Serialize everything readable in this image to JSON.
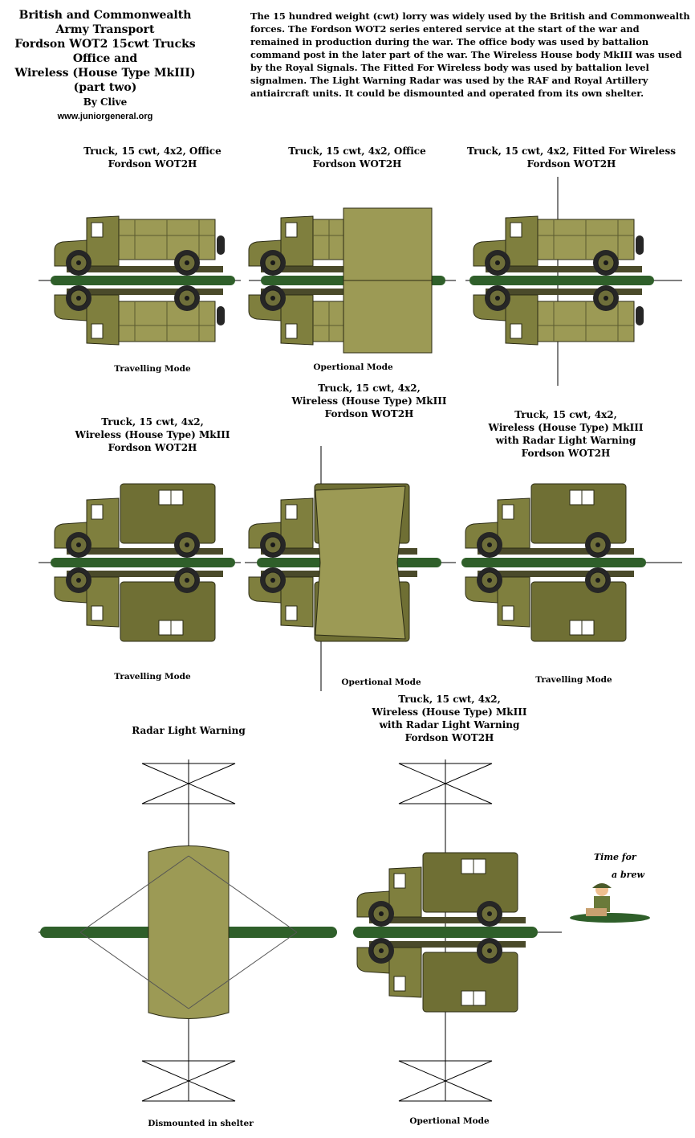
{
  "header": {
    "title_lines": [
      "British and Commonwealth",
      "Army Transport",
      "Fordson WOT2 15cwt Trucks",
      "Office and",
      "Wireless (House Type MkIII)",
      "(part two)"
    ],
    "byline": "By Clive",
    "website": "www.juniorgeneral.org"
  },
  "description": "The 15 hundred weight (cwt) lorry was widely used by the British and Commonwealth forces. The Fordson WOT2  series entered service at the start of the war and remained in production during the war. The office body was used by battalion command post in the later part of the war. The Wireless House body MkIII was used by the Royal Signals. The Fitted For Wireless body was used by battalion level signalmen. The Light Warning Radar was used by the RAF and Royal Artillery antiaircraft units. It could be dismounted and operated from its own shelter.",
  "captions": {
    "office_travel": [
      "Truck, 15 cwt, 4x2, Office",
      "Fordson WOT2H"
    ],
    "office_oper": [
      "Truck, 15 cwt, 4x2, Office",
      "Fordson WOT2H"
    ],
    "wireless_fitted": [
      "Truck, 15 cwt, 4x2, Fitted For Wireless",
      "Fordson WOT2H"
    ],
    "house_travel": [
      "Truck, 15 cwt, 4x2,",
      "Wireless (House Type) MkIII",
      "Fordson WOT2H"
    ],
    "house_oper": [
      "Truck, 15 cwt, 4x2,",
      "Wireless (House Type) MkIII",
      "Fordson WOT2H"
    ],
    "radar_travel": [
      "Truck, 15 cwt, 4x2,",
      "Wireless (House Type) MkIII",
      "with Radar Light Warning",
      "Fordson WOT2H"
    ],
    "radar_oper": [
      "Truck, 15 cwt, 4x2,",
      "Wireless (House Type) MkIII",
      "with Radar Light Warning",
      "Fordson WOT2H"
    ],
    "radar_light": "Radar Light Warning"
  },
  "modes": {
    "travelling": "Travelling Mode",
    "operational": "Opertional Mode",
    "dismounted": "Dismounted in shelter"
  },
  "cartoon": {
    "line1": "Time for",
    "line2": "a brew"
  },
  "colors": {
    "olive": "#7f7f3e",
    "canvas": "#9c9a55",
    "base": "#2f5f2a",
    "tire": "#2a2a2a"
  }
}
